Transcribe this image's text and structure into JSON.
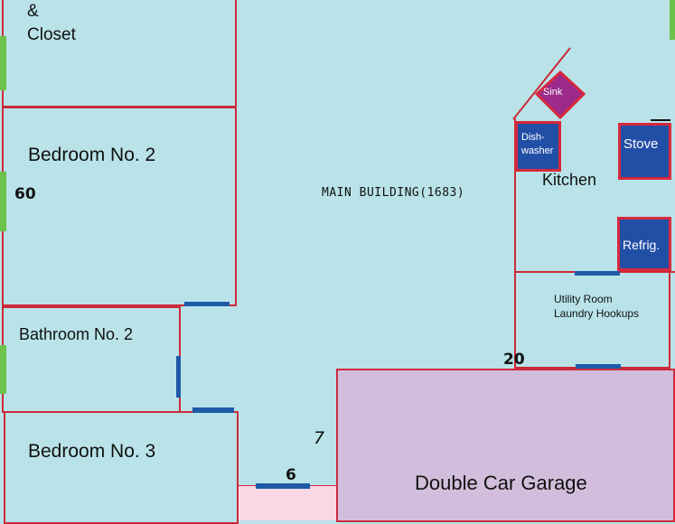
{
  "plan": {
    "main_label": "MAIN BUILDING(1683)",
    "rooms": {
      "closet_amp": "&",
      "closet": "Closet",
      "bedroom2": "Bedroom No. 2",
      "bathroom2": "Bathroom No. 2",
      "bedroom3": "Bedroom No. 3",
      "kitchen": "Kitchen",
      "utility_line1": "Utility Room",
      "utility_line2": "Laundry Hookups",
      "garage": "Double Car Garage"
    },
    "appliances": {
      "sink": "Sink",
      "dishwasher_line1": "Dish-",
      "dishwasher_line2": "washer",
      "stove": "Stove",
      "refrig": "Refrig."
    },
    "dimensions": {
      "d60": "60",
      "d20": "20",
      "d7": "7",
      "d6": "6"
    },
    "colors": {
      "floor": "#b9e3e8",
      "wall": "#cc2a3a",
      "door": "#1f5aa8",
      "window": "#6cc24a",
      "garage": "#d2bedc",
      "patio": "#f8d8e4",
      "appliance": "#224fa6",
      "sink": "#9b2a8a"
    }
  }
}
